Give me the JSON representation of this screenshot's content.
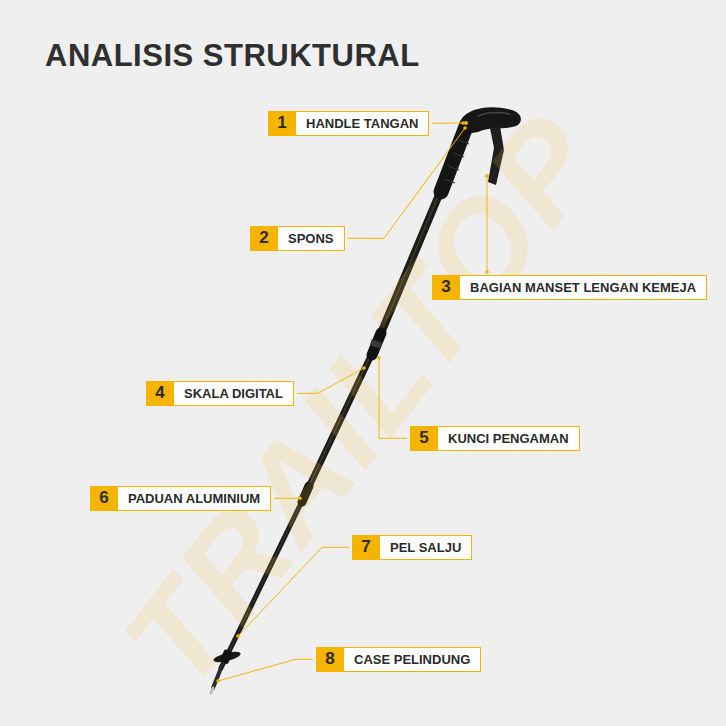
{
  "diagram": {
    "title": "ANALISIS STRUKTURAL",
    "nodes": [
      {
        "text": [
          "1",
          "HANDLE TANGAN"
        ]
      },
      {
        "text": [
          "2",
          "SPONS"
        ]
      },
      {
        "text": [
          "3",
          "BAGIAN MANSET LENGAN KEMEJA"
        ]
      },
      {
        "text": [
          "4",
          "SKALA DIGITAL"
        ]
      },
      {
        "text": [
          "5",
          "KUNCI PENGAMAN"
        ]
      },
      {
        "text": [
          "6",
          "PADUAN ALUMINIUM"
        ]
      },
      {
        "text": [
          "7",
          "PEL SALJU"
        ]
      },
      {
        "text": [
          "8",
          "CASE PELINDUNG"
        ]
      }
    ],
    "edges": [],
    "labels": [
      "TRAILTOP"
    ]
  }
}
